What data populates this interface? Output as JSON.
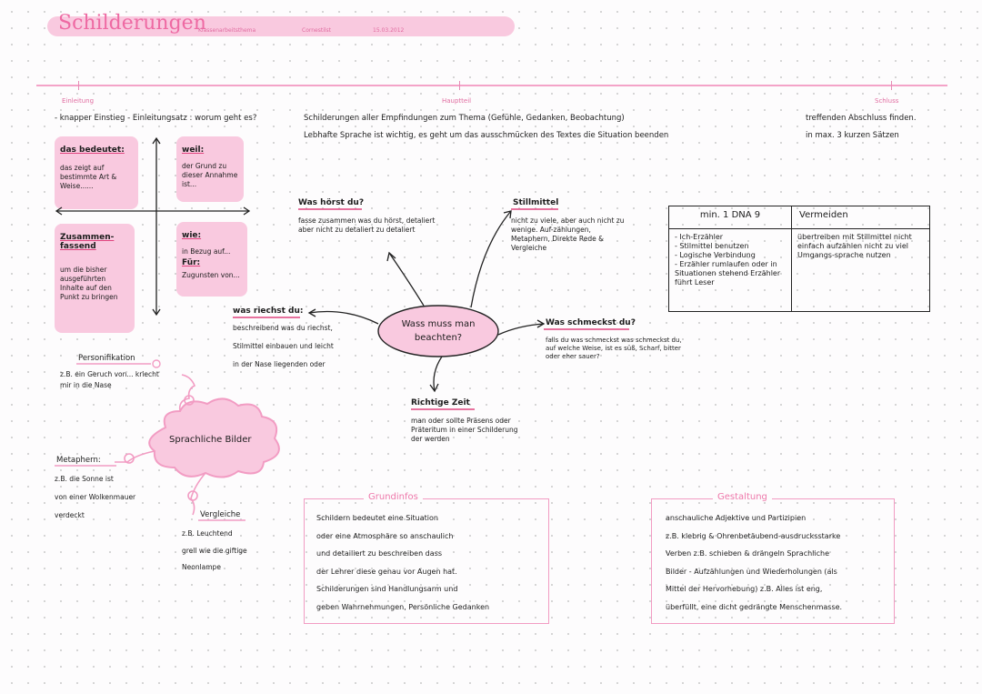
{
  "header": {
    "title": "Schilderungen",
    "meta1": "Klassenarbeitsthema",
    "meta2": "Cornestilst",
    "meta3": "15.03.2012"
  },
  "sections": {
    "einleitung": "Einleitung",
    "hauptteil": "Hauptteil",
    "schluss": "Schluss"
  },
  "einleitung_text": "- knapper Einstieg - Einleitungsatz : worum geht es?",
  "hauptteil_text1": "Schilderungen aller Empfindungen zum Thema (Gefühle, Gedanken, Beobachtung)",
  "hauptteil_text2": "Lebhafte Sprache ist wichtig, es geht um das ausschmücken des Textes die Situation beenden",
  "schluss_text1": "treffenden Abschluss finden.",
  "schluss_text2": "in max. 3 kurzen Sätzen",
  "quadrants": {
    "tl_title": "das bedeutet:",
    "tl_text": "das zeigt auf bestimmte Art & Weise......",
    "tr_title": "weil:",
    "tr_text": "der Grund zu dieser Annahme ist...",
    "bl_title": "Zusammen-fassend",
    "bl_text": "um die bisher ausgeführten Inhalte auf den Punkt zu bringen",
    "br_title": "wie:",
    "br_text1": "in Bezug auf...",
    "br_title2": "Für:",
    "br_text2": "Zugunsten von..."
  },
  "mindmap": {
    "center": "Wass muss man beachten?",
    "hoerst_title": "Was hörst du?",
    "hoerst_text": "fasse zusammen was du hörst, detaliert aber nicht zu detaliert zu detaliert",
    "stilmittel_title": "Stillmittel",
    "stilmittel_text": "nicht zu viele, aber auch nicht zu wenige. Auf-zählungen, Metaphern, Direkte Rede & Vergleiche",
    "riechst_title": "was riechst du:",
    "riechst_text1": "beschreibend was du riechst,",
    "riechst_text2": "Stilmittel einbauen und leicht",
    "riechst_text3": "in der Nase liegenden oder",
    "schmeckst_title": "Was schmeckst du?",
    "schmeckst_text": "falls du was schmeckst was schmeckst du, auf welche Weise, ist es süß, Scharf, bitter oder eher sauer?",
    "zeit_title": "Richtige Zeit",
    "zeit_text": "man oder sollte Präsens oder Präteritum in einer Schilderung der werden"
  },
  "table": {
    "col1": "min. 1 DNA 9",
    "col2": "Vermeiden",
    "cell1": "- Ich-Erzähler\n- Stilmittel benutzen\n- Logische Verbindung\n- Erzähler rumlaufen oder in Situationen stehend Erzähler führt Leser",
    "cell2": "übertreiben mit Stillmittel nicht einfach aufzählen nicht zu viel Umgangs-sprache nutzen"
  },
  "bilder": {
    "cloud": "Sprachliche Bilder",
    "personifikation_title": "Personifikation",
    "personifikation_text": "z.B. ein Geruch von... kriecht mir in die Nase",
    "metaphern_title": "Metaphern:",
    "metaphern_text1": "z.B. die Sonne ist",
    "metaphern_text2": "von einer Wolkenmauer",
    "metaphern_text3": "verdeckt",
    "vergleiche_title": "Vergleiche",
    "vergleiche_text1": "z.B. Leuchtend",
    "vergleiche_text2": "grell wie die giftige",
    "vergleiche_text3": "Neonlampe"
  },
  "grundinfos": {
    "title": "Grundinfos",
    "lines": [
      "Schildern bedeutet eine Situation",
      "oder eine Atmosphäre so anschaulich",
      "und detailiert zu beschreiben dass",
      "der Lehrer diese genau vor Augen hat.",
      "Schilderungen sind Handlungsarm und",
      "geben Wahrnehmungen, Persönliche Gedanken"
    ]
  },
  "gestaltung": {
    "title": "Gestaltung",
    "lines": [
      "anschauliche Adjektive und Partizipien",
      "z.B. klebrig & Ohrenbetäubend-ausdrucksstarke",
      "Verben z.B. schieben & drängeln Sprachliche",
      "Bilder - Aufzählungen und Wiederholungen (als",
      "Mittel der Hervorhebung) z.B. Alles ist eng,",
      "überfüllt, eine dicht gedrängte Menschenmasse."
    ]
  },
  "colors": {
    "accent": "#ee6aa3",
    "pink_fill": "#f9c9df",
    "line": "#f4a3c8"
  }
}
